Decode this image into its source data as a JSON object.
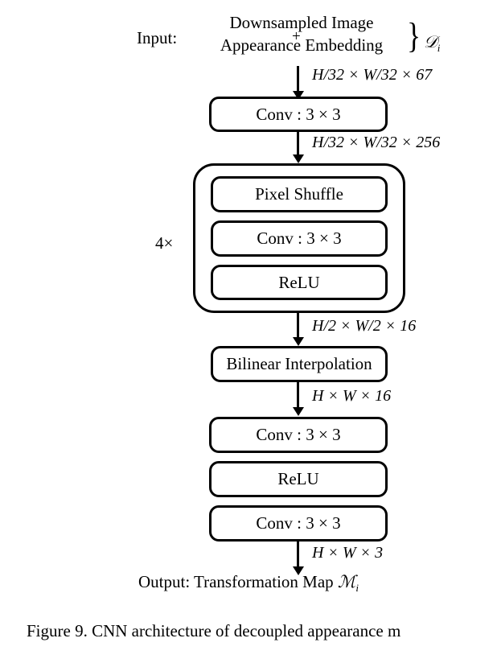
{
  "figure": {
    "caption": "Figure 9. CNN architecture of decoupled appearance m",
    "input_label": "Input:",
    "input_line1": "Downsampled Image",
    "input_line2": "Appearance Embedding",
    "plus": "+",
    "brace": "}",
    "input_symbol": "𝒟",
    "input_symbol_sub": "i",
    "output_text": "Output: Transformation Map",
    "output_symbol": "ℳ",
    "output_symbol_sub": "i",
    "repeat_label": "4×"
  },
  "blocks": {
    "conv_top": "Conv : 3 × 3",
    "pixel_shuffle": "Pixel Shuffle",
    "conv_group": "Conv : 3 × 3",
    "relu_group": "ReLU",
    "bilinear": "Bilinear Interpolation",
    "conv_a": "Conv : 3 × 3",
    "relu_b": "ReLU",
    "conv_c": "Conv : 3 × 3"
  },
  "dims": {
    "d1": "H/32 × W/32 × 67",
    "d2": "H/32 × W/32 × 256",
    "d3": "H/2 × W/2 × 16",
    "d4": "H × W × 16",
    "d5": "H × W × 3"
  },
  "colors": {
    "stroke": "#000000",
    "background": "#ffffff"
  }
}
